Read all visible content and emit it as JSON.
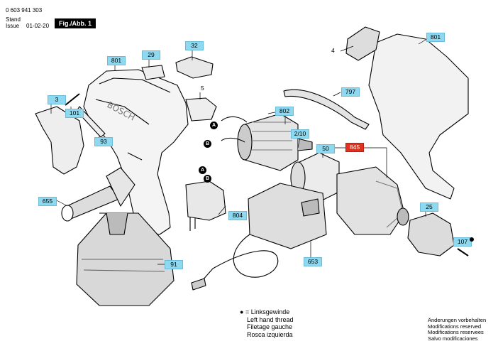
{
  "header": {
    "part_number": "0 603 941 303",
    "stand_label": "Stand",
    "issue_label": "Issue",
    "date": "01-02-20",
    "figure_label": "Fig./Abb. 1"
  },
  "parts": [
    "801",
    "29",
    "32",
    "5",
    "3",
    "101",
    "93",
    "655",
    "91",
    "802",
    "2/10",
    "50",
    "845",
    "797",
    "4",
    "801",
    "804",
    "653",
    "25",
    "107"
  ],
  "connectors": [
    "A",
    "B",
    "A",
    "B"
  ],
  "brand_text": "BOSCH",
  "legend": {
    "symbol": "●",
    "lines": [
      "= Linksgewinde",
      "Left hand thread",
      "Filetage gauche",
      "Rosca izquierda"
    ]
  },
  "disclaimer": [
    "Änderungen vorbehalten",
    "Modifications reserved",
    "Modifications reservees",
    "Salvo modificaciones"
  ],
  "colors": {
    "label_bg": "#8ed8f0",
    "highlight": "#e0301e"
  }
}
